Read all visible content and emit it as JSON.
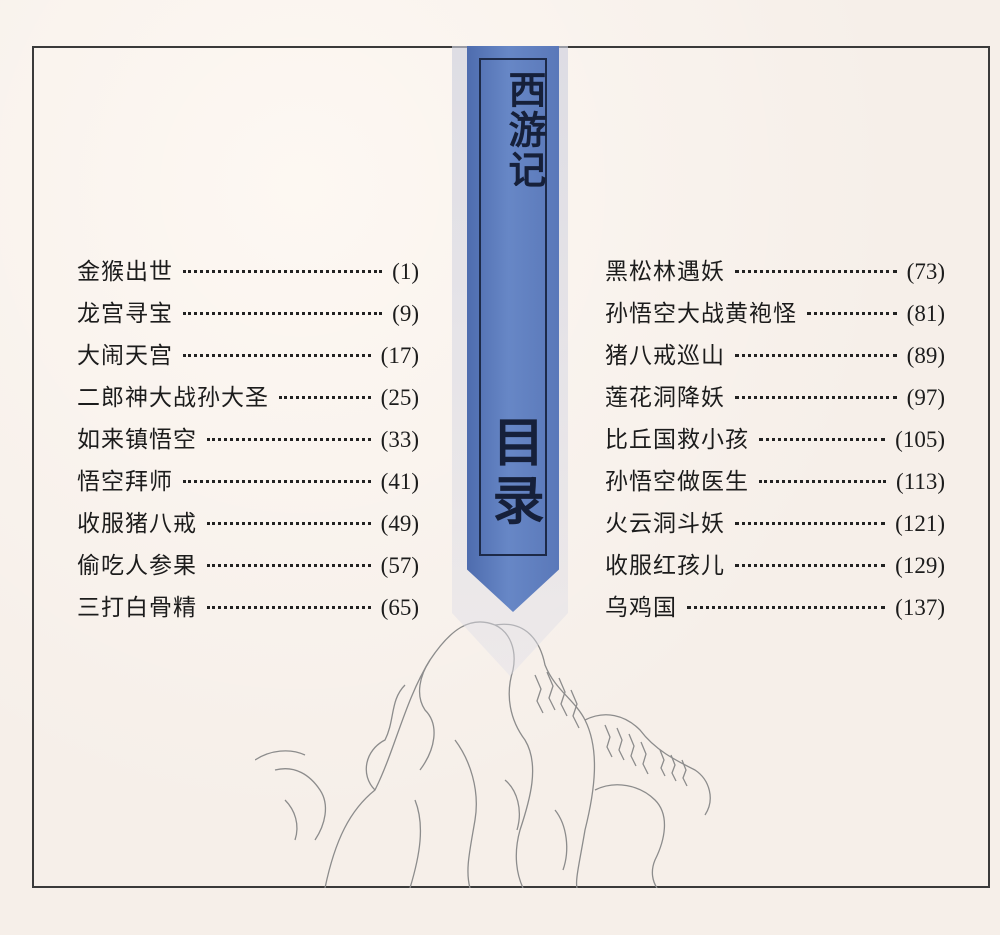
{
  "book": {
    "title_chars": [
      "西",
      "游",
      "记"
    ],
    "heading_chars": [
      "目",
      "录"
    ]
  },
  "toc_left": [
    {
      "title": "金猴出世",
      "page": "(1)"
    },
    {
      "title": "龙宫寻宝",
      "page": "(9)"
    },
    {
      "title": "大闹天宫",
      "page": "(17)"
    },
    {
      "title": "二郎神大战孙大圣",
      "page": "(25)"
    },
    {
      "title": "如来镇悟空",
      "page": "(33)"
    },
    {
      "title": "悟空拜师",
      "page": "(41)"
    },
    {
      "title": "收服猪八戒",
      "page": "(49)"
    },
    {
      "title": "偷吃人参果",
      "page": "(57)"
    },
    {
      "title": "三打白骨精",
      "page": "(65)"
    }
  ],
  "toc_right": [
    {
      "title": "黑松林遇妖",
      "page": "(73)"
    },
    {
      "title": "孙悟空大战黄袍怪",
      "page": "(81)"
    },
    {
      "title": "猪八戒巡山",
      "page": "(89)"
    },
    {
      "title": "莲花洞降妖",
      "page": "(97)"
    },
    {
      "title": "比丘国救小孩",
      "page": "(105)"
    },
    {
      "title": "孙悟空做医生",
      "page": "(113)"
    },
    {
      "title": "火云洞斗妖",
      "page": "(121)"
    },
    {
      "title": "收服红孩儿",
      "page": "(129)"
    },
    {
      "title": "乌鸡国",
      "page": "(137)"
    }
  ],
  "colors": {
    "ribbon": "#5a78b9",
    "ink": "#1c1c1c",
    "paper": "#f6efe9"
  }
}
